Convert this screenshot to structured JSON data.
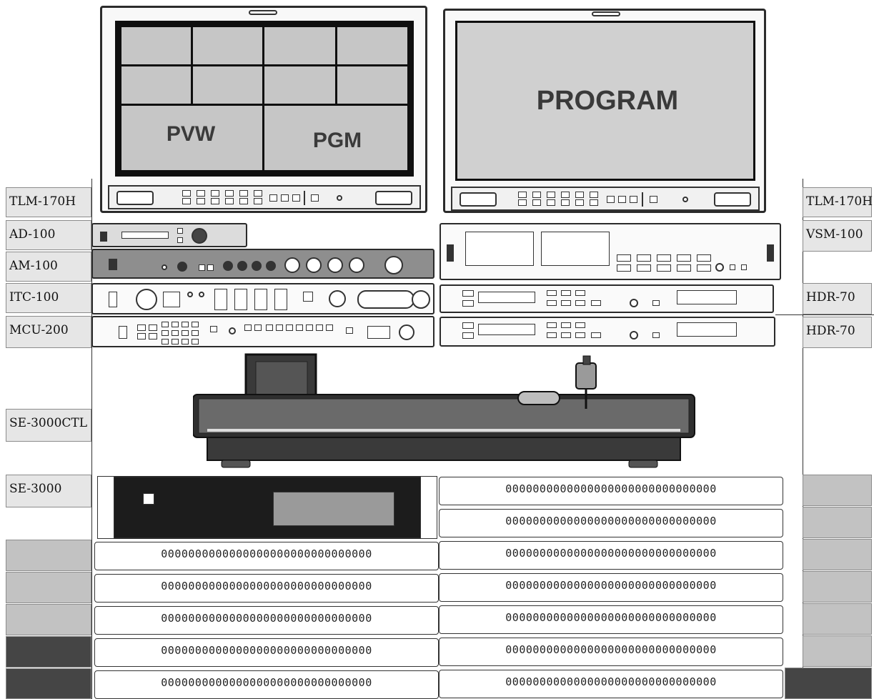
{
  "labels": {
    "tlm_left": "TLM-170H",
    "ad": "AD-100",
    "am": "AM-100",
    "itc": "ITC-100",
    "mcu": "MCU-200",
    "se_ctl": "SE-3000CTL",
    "se": "SE-3000",
    "tlm_right": "TLM-170H",
    "vsm": "VSM-100",
    "hdr_1": "HDR-70",
    "hdr_2": "HDR-70"
  },
  "monitors": {
    "left": {
      "pvw": "PVW",
      "pgm": "PGM"
    },
    "right": {
      "program": "PROGRAM"
    }
  },
  "patch_row_text": "0000000000000000000000000000000",
  "colors": {
    "light_square": "#c2c2c2",
    "dark_square": "#454545",
    "label_bg": "#e6e6e6"
  }
}
